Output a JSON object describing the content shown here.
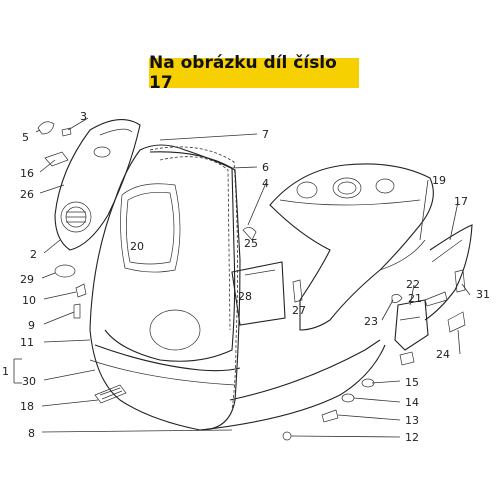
{
  "banner": {
    "text": "Na obrázku díl číslo 17"
  },
  "part_labels": [
    "5",
    "3",
    "16",
    "26",
    "2",
    "29",
    "10",
    "9",
    "11",
    "1",
    "30",
    "18",
    "8",
    "7",
    "6",
    "4",
    "20",
    "25",
    "28",
    "27",
    "19",
    "17",
    "31",
    "22",
    "21",
    "23",
    "24",
    "15",
    "14",
    "13",
    "12"
  ],
  "colors": {
    "banner": "#f6d000",
    "lines": "#222222"
  }
}
